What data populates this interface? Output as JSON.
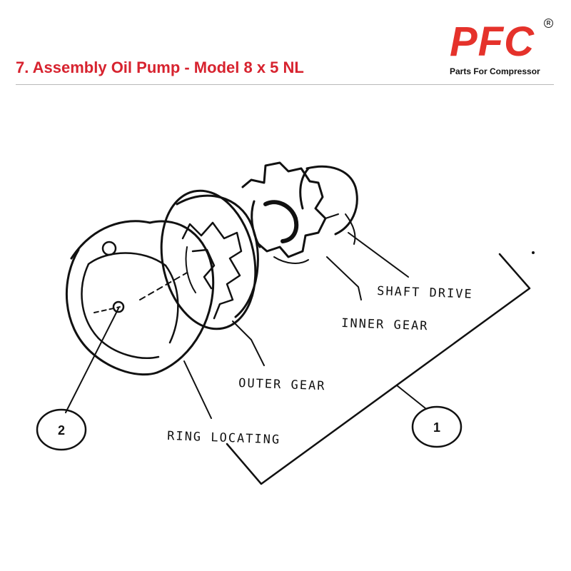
{
  "header": {
    "title": "7. Assembly Oil Pump - Model 8 x 5 NL",
    "title_color": "#d7232f",
    "rule_color": "#b9b9b9"
  },
  "logo": {
    "letters": "PFC",
    "registered": "R",
    "tagline": "Parts For Compressor",
    "color": "#e5322b"
  },
  "diagram": {
    "labels": {
      "shaft_drive": "SHAFT DRIVE",
      "inner_gear": "INNER GEAR",
      "outer_gear": "OUTER GEAR",
      "ring_locating": "RING LOCATING"
    },
    "callouts": {
      "assembly": "1",
      "pin": "2"
    }
  }
}
